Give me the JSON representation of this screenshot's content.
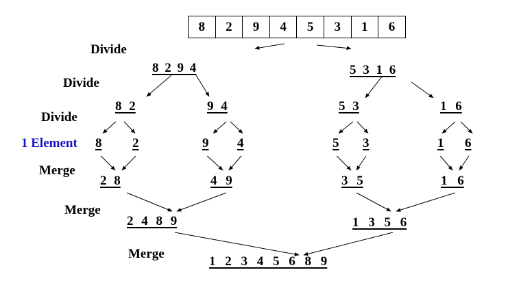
{
  "array": [
    "8",
    "2",
    "9",
    "4",
    "5",
    "3",
    "1",
    "6"
  ],
  "labels": {
    "divide1": "Divide",
    "divide2": "Divide",
    "divide3": "Divide",
    "one_element": "1 Element",
    "merge1": "Merge",
    "merge2": "Merge",
    "merge3": "Merge"
  },
  "divide_level1": {
    "left": "8 2 9 4",
    "right": "5 3 1 6"
  },
  "divide_level2": [
    "8 2",
    "9 4",
    "5 3",
    "1 6"
  ],
  "single_elements": [
    "8",
    "2",
    "9",
    "4",
    "5",
    "3",
    "1",
    "6"
  ],
  "merge_level1": [
    "2 8",
    "4 9",
    "3 5",
    "1 6"
  ],
  "merge_level2": {
    "left": "2 4 8 9",
    "right": "1 3 5 6"
  },
  "result": "1 2 3 4 5 6 8 9",
  "colors": {
    "text": "#000000",
    "one_element_label": "#1515c8"
  }
}
